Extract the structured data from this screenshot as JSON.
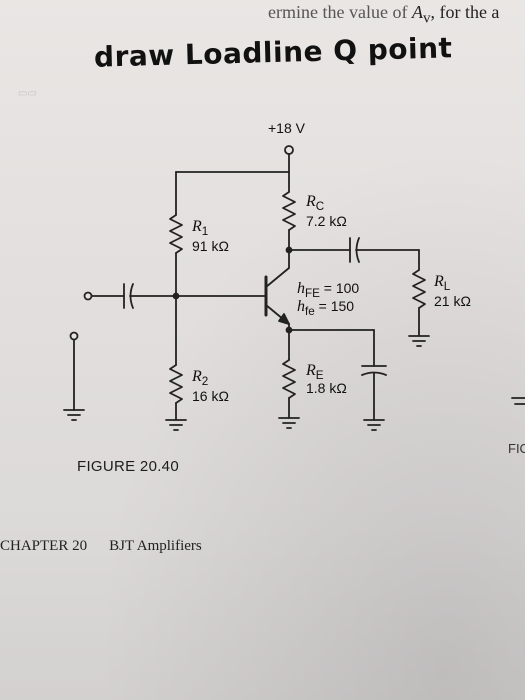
{
  "top_text": {
    "cut_prefix": "ermine the value of ",
    "variable": "A",
    "subscript": "v",
    "suffix": ", for the a"
  },
  "handwritten_note": "draw Loadline Q point",
  "circuit": {
    "supply_label": "+18 V",
    "r1": {
      "name": "R",
      "sub": "1",
      "value": "91 kΩ"
    },
    "r2": {
      "name": "R",
      "sub": "2",
      "value": "16 kΩ"
    },
    "rc": {
      "name": "R",
      "sub": "C",
      "value": "7.2 kΩ"
    },
    "re": {
      "name": "R",
      "sub": "E",
      "value": "1.8 kΩ"
    },
    "rl": {
      "name": "R",
      "sub": "L",
      "value": "21 kΩ"
    },
    "hfe_dc": {
      "name": "h",
      "sub": "FE",
      "value": "= 100"
    },
    "hfe_ac": {
      "name": "h",
      "sub": "fe",
      "value": "= 150"
    }
  },
  "figure_caption": "FIGURE 20.40",
  "figure_right_cut": "FIC",
  "footer": {
    "chapter": "CHAPTER 20",
    "title": "BJT Amplifiers"
  },
  "colors": {
    "ink": "#111111",
    "wire": "#222222",
    "bleed_through": "#c9c4c4"
  }
}
